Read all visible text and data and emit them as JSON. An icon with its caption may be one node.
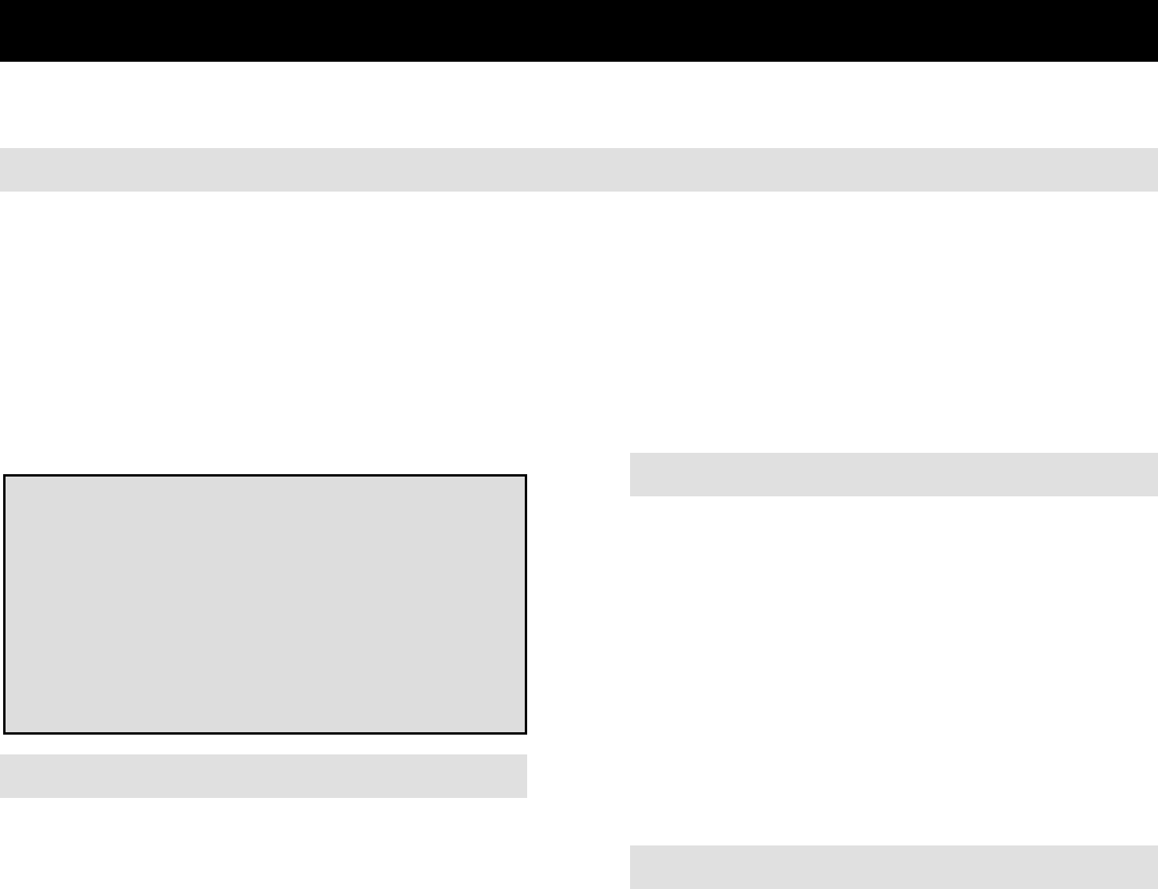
{
  "diagram": {
    "nodes": [
      {
        "text": [],
        "shape": "bar"
      },
      {
        "text": [],
        "shape": "bar"
      },
      {
        "text": [],
        "shape": "box"
      },
      {
        "text": [],
        "shape": "bar"
      },
      {
        "text": [],
        "shape": "bar"
      },
      {
        "text": [],
        "shape": "bar"
      }
    ]
  }
}
